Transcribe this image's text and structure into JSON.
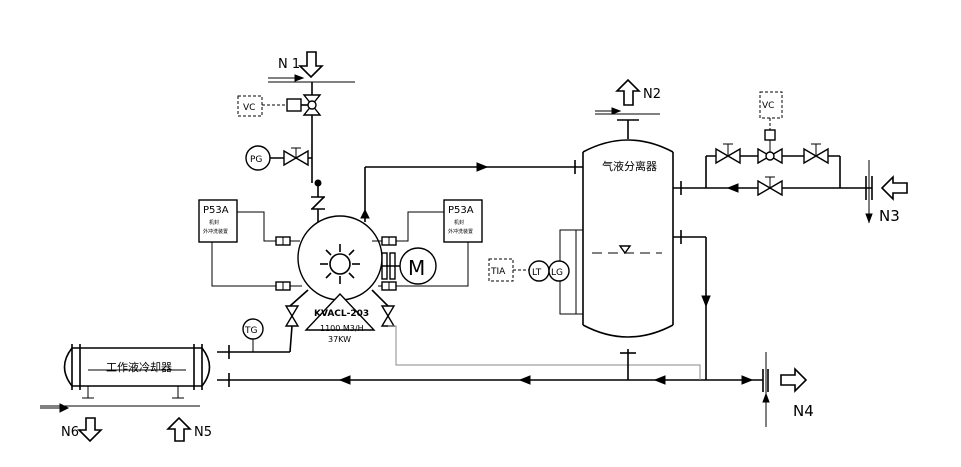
{
  "nozzles": {
    "n1": "N 1",
    "n2": "N2",
    "n3": "N3",
    "n4": "N4",
    "n5": "N5",
    "n6": "N6"
  },
  "instruments": {
    "pg": "PG",
    "tg": "TG",
    "lt": "LT",
    "lg": "LG",
    "vc_left": "VC",
    "vc_right": "VC",
    "tia": "TIA",
    "motor": "M"
  },
  "separator_label": "气液分离器",
  "cooler_label": "工作液冷却器",
  "pump": {
    "tag": "KVACL-203",
    "capacity": "1100 M3/H",
    "power": "37KW"
  },
  "panels": [
    {
      "tag": "P53A",
      "line1": "机封",
      "line2": "外冲洗装置"
    },
    {
      "tag": "P53A",
      "line1": "机封",
      "line2": "外冲洗装置"
    }
  ]
}
